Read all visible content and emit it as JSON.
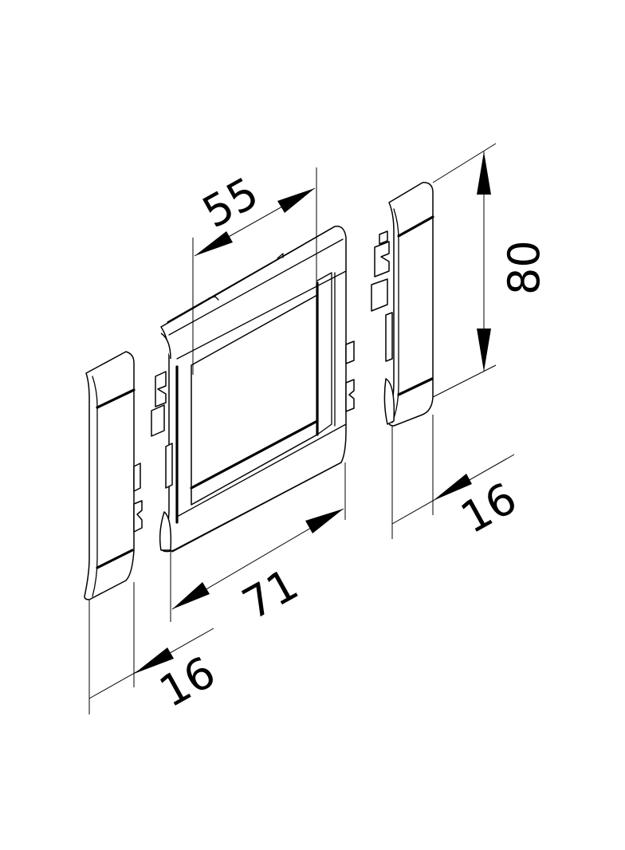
{
  "drawing": {
    "type": "isometric-technical-drawing",
    "colors": {
      "line": "#000000",
      "background": "#ffffff"
    },
    "parts": [
      {
        "id": "left-end-cap",
        "label": "End cap (left)"
      },
      {
        "id": "frame",
        "label": "Device frame"
      },
      {
        "id": "right-end-cap",
        "label": "End cap (right)"
      }
    ],
    "dimensions": {
      "frame_inner_width": "55",
      "frame_outer_width": "71",
      "height": "80",
      "right_cap_depth": "16",
      "left_cap_depth": "16"
    }
  }
}
